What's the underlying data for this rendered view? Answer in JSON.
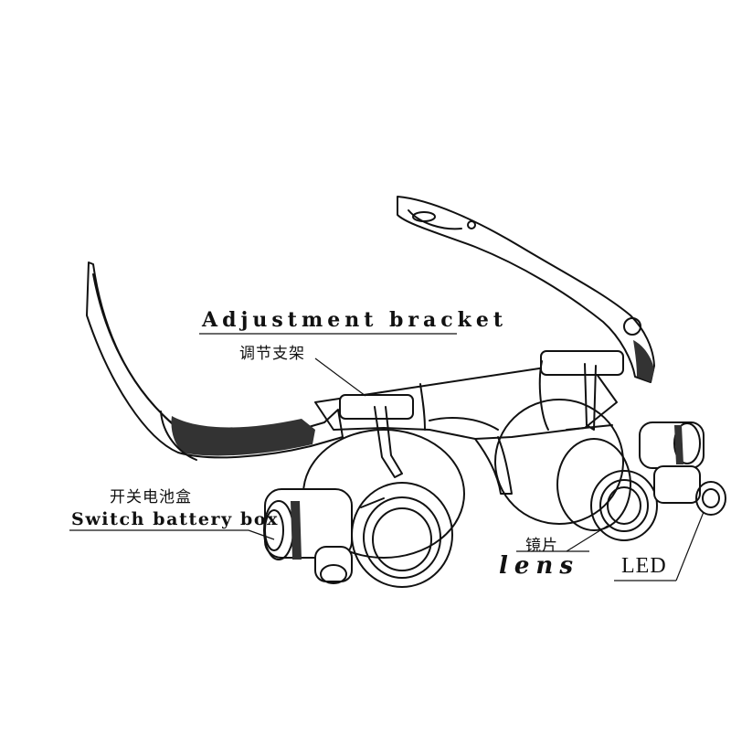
{
  "labels": {
    "adjustment_bracket_en": "Adjustment bracket",
    "adjustment_bracket_zh": "调节支架",
    "switch_battery_box_zh": "开关电池盒",
    "switch_battery_box_en": "Switch battery box",
    "lens_zh": "镜片",
    "lens_en": "lens",
    "led": "LED"
  }
}
